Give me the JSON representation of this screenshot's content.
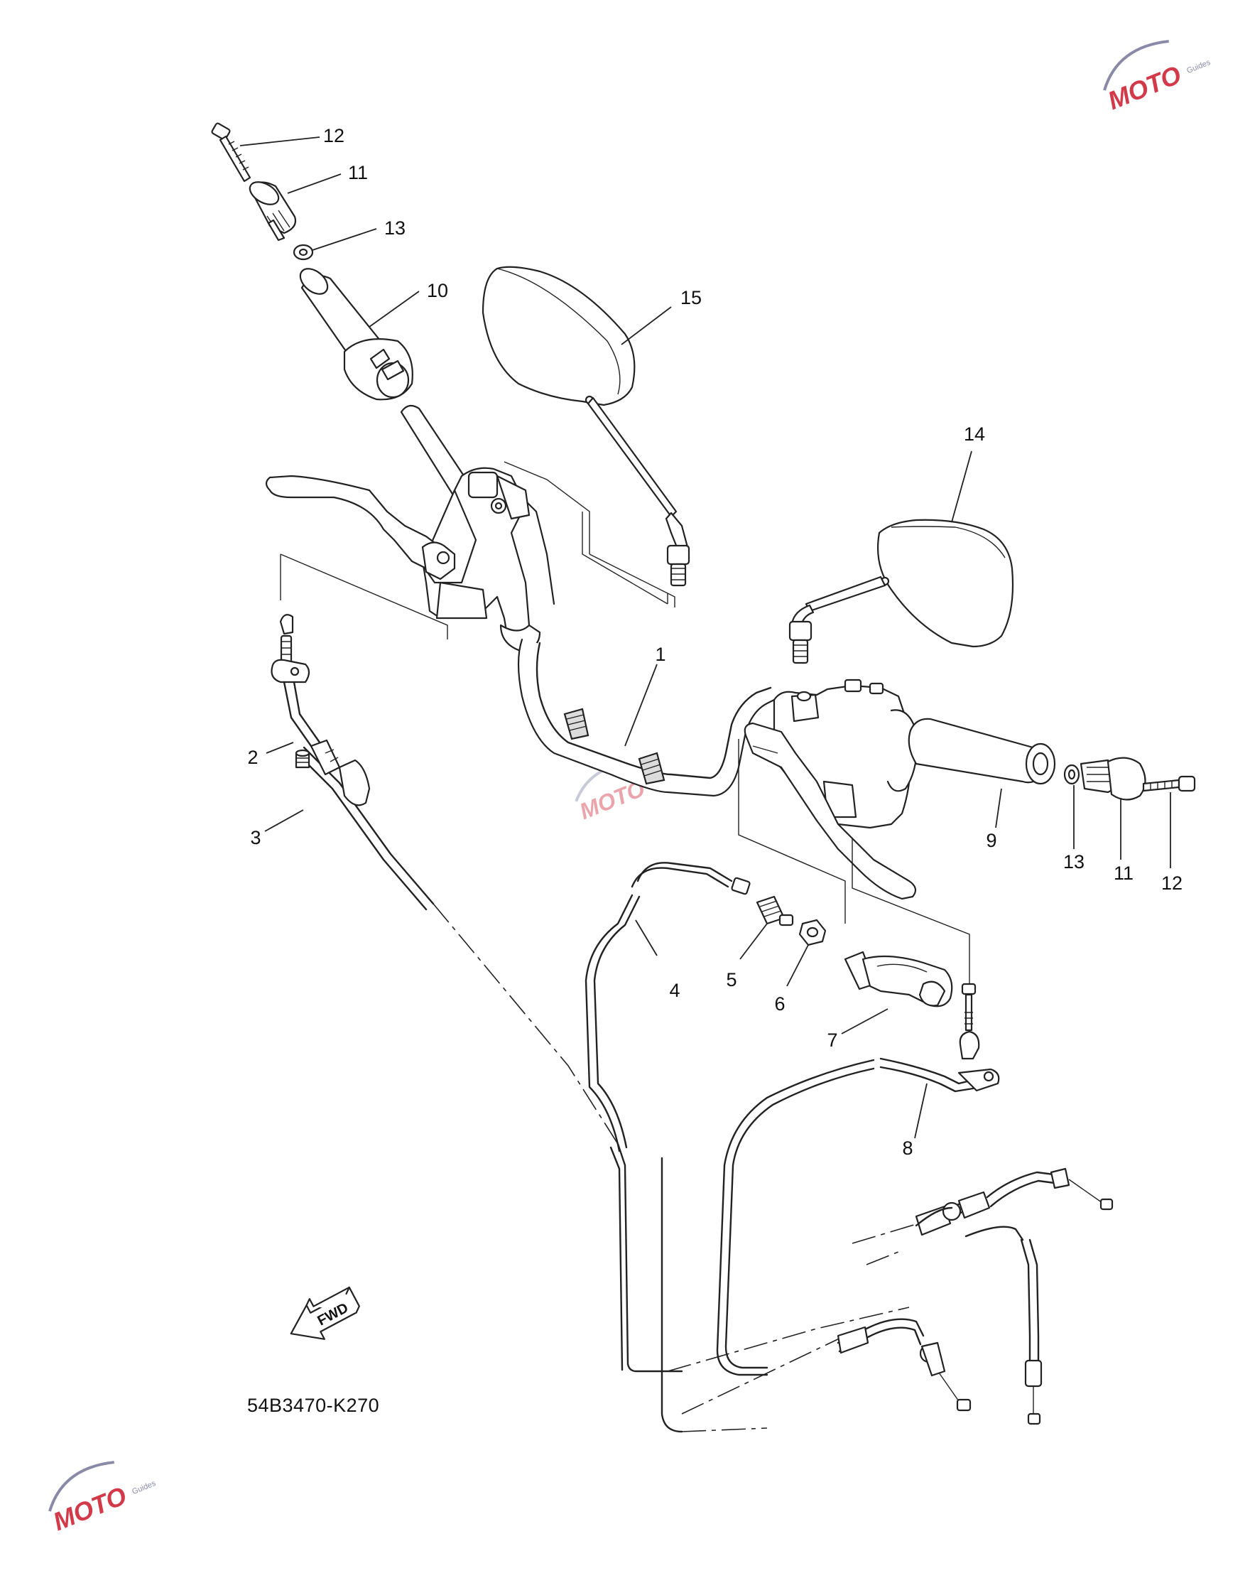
{
  "diagram": {
    "drawing_code": "54B3470-K270",
    "fwd_arrow_label": "FWD",
    "callouts": [
      {
        "id": "c1",
        "label": "1"
      },
      {
        "id": "c2",
        "label": "2"
      },
      {
        "id": "c3",
        "label": "3"
      },
      {
        "id": "c4",
        "label": "4"
      },
      {
        "id": "c5",
        "label": "5"
      },
      {
        "id": "c6",
        "label": "6"
      },
      {
        "id": "c7",
        "label": "7"
      },
      {
        "id": "c8",
        "label": "8"
      },
      {
        "id": "c9",
        "label": "9"
      },
      {
        "id": "c10",
        "label": "10"
      },
      {
        "id": "c11a",
        "label": "11"
      },
      {
        "id": "c11b",
        "label": "11"
      },
      {
        "id": "c12a",
        "label": "12"
      },
      {
        "id": "c12b",
        "label": "12"
      },
      {
        "id": "c13a",
        "label": "13"
      },
      {
        "id": "c13b",
        "label": "13"
      },
      {
        "id": "c14",
        "label": "14"
      },
      {
        "id": "c15",
        "label": "15"
      }
    ]
  },
  "watermark": {
    "brand": "MOTO",
    "sub": "Guides",
    "colors": {
      "primary": "#d23a4a",
      "secondary": "#8a8aa8"
    }
  }
}
